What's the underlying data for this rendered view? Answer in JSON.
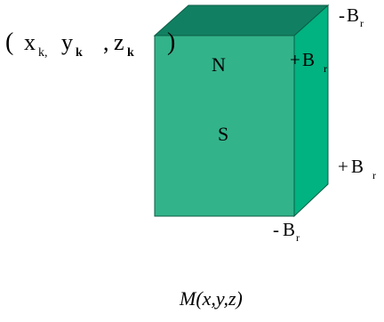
{
  "colors": {
    "front_face": "#33b38a",
    "top_face": "#118062",
    "side_face": "#00b380",
    "edge": "#0b5e47",
    "text": "#000000",
    "background": "#ffffff"
  },
  "magnet": {
    "north_label": "N",
    "south_label": "S"
  },
  "coordinate": {
    "open_paren": "(",
    "x_base": "x",
    "x_sub": "k,",
    "y_base": "y",
    "y_sub": "k",
    "separator": ",",
    "z_base": "z",
    "z_sub": "k",
    "close_paren": ")"
  },
  "remanence_labels": [
    {
      "sign": "-",
      "symbol": "B",
      "sub": "r"
    },
    {
      "sign": "+",
      "symbol": "B",
      "sub": "r"
    },
    {
      "sign": "+",
      "symbol": "B",
      "sub": "r"
    },
    {
      "sign": "-",
      "symbol": "B",
      "sub": "r"
    }
  ],
  "observation_point": {
    "label": "M(x,y,z)"
  }
}
